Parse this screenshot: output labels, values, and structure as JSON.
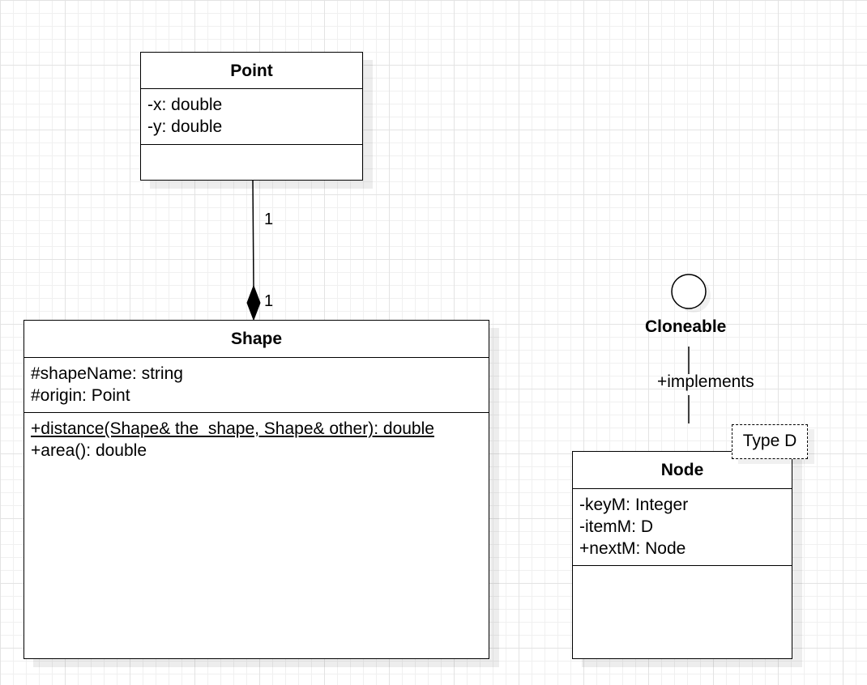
{
  "classes": {
    "point": {
      "name": "Point",
      "attributes": [
        "-x: double",
        "-y: double"
      ],
      "methods": []
    },
    "shape": {
      "name": "Shape",
      "attributes": [
        "#shapeName: string",
        "#origin: Point"
      ],
      "methods": [
        {
          "text": "+distance(Shape& the_shape, Shape& other): double",
          "static": true
        },
        {
          "text": "+area(): double",
          "static": false
        }
      ]
    },
    "node": {
      "name": "Node",
      "template_param": "Type D",
      "attributes": [
        "-keyM: Integer",
        "-itemM: D",
        "+nextM: Node"
      ],
      "methods": []
    }
  },
  "interface": {
    "name": "Cloneable"
  },
  "relations": {
    "composition": {
      "source_multiplicity": "1",
      "target_multiplicity": "1"
    },
    "realization": {
      "label": "+implements"
    }
  }
}
